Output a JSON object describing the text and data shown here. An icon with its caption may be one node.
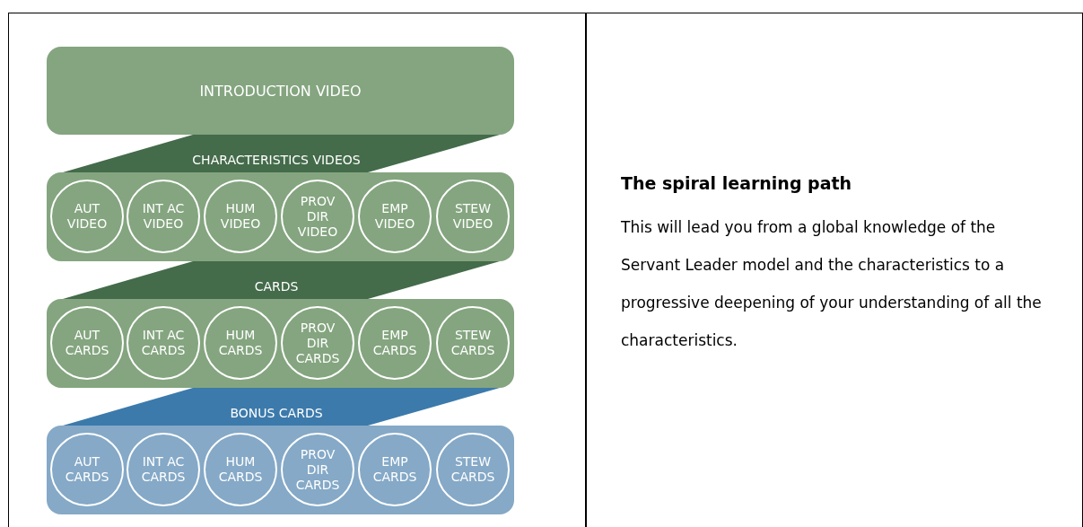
{
  "diagram": {
    "nodes": [
      {
        "text": [
          "INTRODUCTION VIDEO"
        ]
      },
      {
        "text": [
          "CHARACTERISTICS VIDEOS"
        ]
      },
      {
        "text": [],
        "shape": "box"
      },
      {
        "text": [
          "AUT VIDEO"
        ],
        "in": 2
      },
      {
        "text": [
          "INT AC VIDEO"
        ],
        "in": 2
      },
      {
        "text": [
          "HUM VIDEO"
        ],
        "in": 2
      },
      {
        "text": [
          "PROV DIR VIDEO"
        ],
        "in": 2
      },
      {
        "text": [
          "EMP VIDEO"
        ],
        "in": 2
      },
      {
        "text": [
          "STEW VIDEO"
        ],
        "in": 2
      },
      {
        "text": [
          "CARDS"
        ]
      },
      {
        "text": [],
        "shape": "box"
      },
      {
        "text": [
          "AUT CARDS"
        ],
        "in": 10
      },
      {
        "text": [
          "INT AC CARDS"
        ],
        "in": 10
      },
      {
        "text": [
          "HUM CARDS"
        ],
        "in": 10
      },
      {
        "text": [
          "PROV DIR CARDS"
        ],
        "in": 10
      },
      {
        "text": [
          "EMP CARDS"
        ],
        "in": 10
      },
      {
        "text": [
          "STEW CARDS"
        ],
        "in": 10
      },
      {
        "text": [
          "BONUS CARDS"
        ]
      },
      {
        "text": [],
        "shape": "box"
      },
      {
        "text": [
          "AUT CARDS"
        ],
        "in": 18
      },
      {
        "text": [
          "INT AC CARDS"
        ],
        "in": 18
      },
      {
        "text": [
          "HUM CARDS"
        ],
        "in": 18
      },
      {
        "text": [
          "PROV DIR CARDS"
        ],
        "in": 18
      },
      {
        "text": [
          "EMP CARDS"
        ],
        "in": 18
      },
      {
        "text": [
          "STEW CARDS"
        ],
        "in": 18
      }
    ],
    "labels": [
      "The spiral learning path",
      "This will lead you from a global knowledge of the Servant Leader model and the characteristics to a progressive deepening of your understanding of all the characteristics."
    ]
  }
}
